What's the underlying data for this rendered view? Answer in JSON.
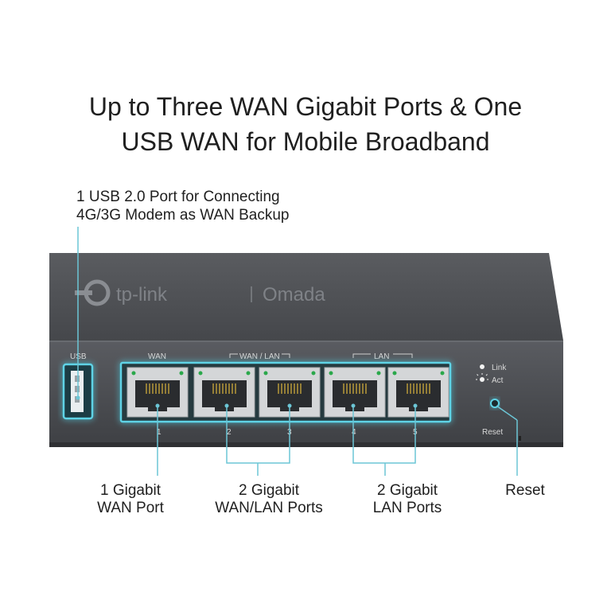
{
  "headline": {
    "line1": "Up to Three WAN Gigabit Ports & One",
    "line2": "USB WAN for Mobile Broadband"
  },
  "usb_caption": {
    "line1": "1 USB 2.0 Port for Connecting",
    "line2": "4G/3G Modem as WAN Backup"
  },
  "device": {
    "brand": "tp-link",
    "product_line": "Omada",
    "usb_label": "USB",
    "wan_label": "WAN",
    "wanlan_label": "WAN / LAN",
    "lan_label": "LAN",
    "link_label": "Link",
    "act_label": "Act",
    "reset_label": "Reset",
    "port_numbers": [
      "1",
      "2",
      "3",
      "4",
      "5"
    ]
  },
  "callouts": {
    "wan": {
      "line1": "1 Gigabit",
      "line2": "WAN Port"
    },
    "wanlan": {
      "line1": "2 Gigabit",
      "line2": "WAN/LAN Ports"
    },
    "lan": {
      "line1": "2 Gigabit",
      "line2": "LAN Ports"
    },
    "reset": {
      "line1": "Reset"
    }
  },
  "colors": {
    "chassis": "#4b4d51",
    "glow": "#5fd3e6",
    "callout_line": "#6cc6d6"
  }
}
